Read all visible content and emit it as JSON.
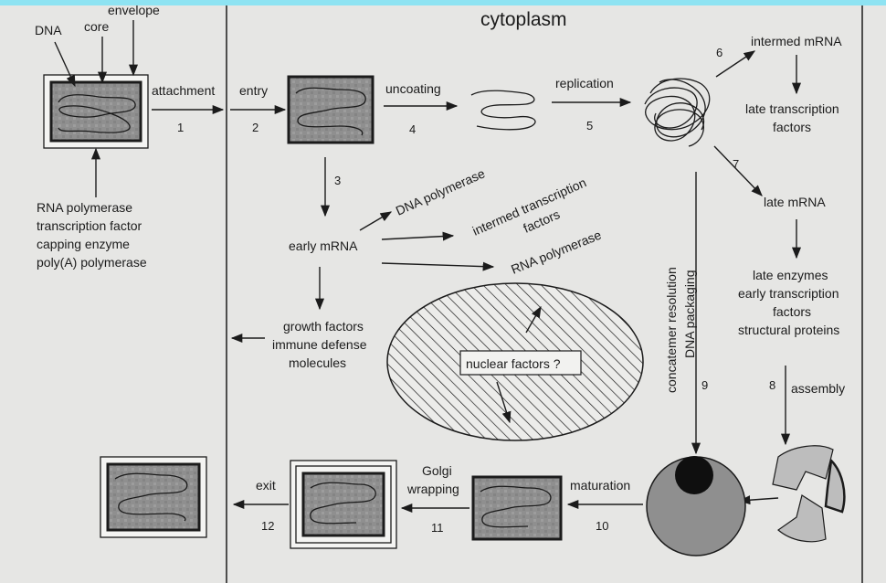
{
  "colors": {
    "background": "#e6e6e4",
    "ink": "#1b1b1b",
    "core_fill": "#8f8f8f",
    "top_band": "#8ee3f2",
    "nucleus_hatch": "#1b1b1b"
  },
  "labels": {
    "dna": "DNA",
    "core": "core",
    "envelope": "envelope",
    "cytoplasm": "cytoplasm",
    "host_enzymes": [
      "RNA polymerase",
      "transcription factor",
      "capping enzyme",
      "poly(A) polymerase"
    ],
    "early_mrna": "early mRNA",
    "dna_polymerase": "DNA polymerase",
    "intermed_tf": [
      "intermed transcription",
      "factors"
    ],
    "rna_polymerase": "RNA polymerase",
    "secreted": [
      "growth factors",
      "immune defense",
      "molecules"
    ],
    "nuclear_factors": "nuclear factors ?",
    "intermed_mrna": "intermed mRNA",
    "late_tf": [
      "late transcription",
      "factors"
    ],
    "late_mrna": "late mRNA",
    "late_products": [
      "late enzymes",
      "early transcription",
      "factors",
      "structural proteins"
    ],
    "concatemer": [
      "concatemer resolution",
      "DNA packaging"
    ]
  },
  "steps": [
    {
      "number": "1",
      "label": "attachment"
    },
    {
      "number": "2",
      "label": "entry"
    },
    {
      "number": "3",
      "label": ""
    },
    {
      "number": "4",
      "label": "uncoating"
    },
    {
      "number": "5",
      "label": "replication"
    },
    {
      "number": "6",
      "label": ""
    },
    {
      "number": "7",
      "label": ""
    },
    {
      "number": "8",
      "label": "assembly"
    },
    {
      "number": "9",
      "label": ""
    },
    {
      "number": "10",
      "label": "maturation"
    },
    {
      "number": "11",
      "label": [
        "Golgi",
        "wrapping"
      ]
    },
    {
      "number": "12",
      "label": "exit"
    }
  ]
}
